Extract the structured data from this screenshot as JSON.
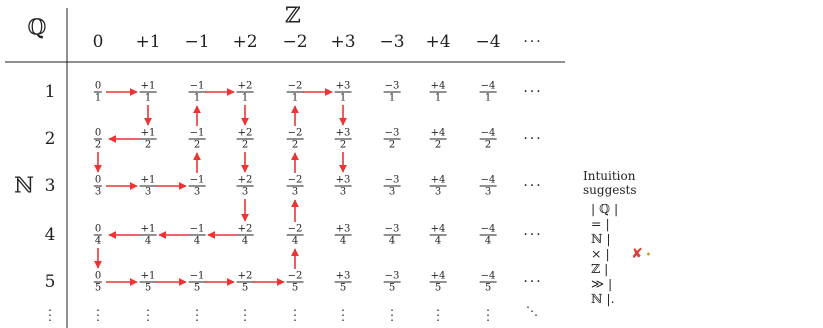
{
  "corner_symbol": "ℚ",
  "column_set_symbol": "ℤ",
  "row_set_symbol": "ℕ",
  "columns": [
    "0",
    "+1",
    "−1",
    "+2",
    "−2",
    "+3",
    "−3",
    "+4",
    "−4"
  ],
  "rows": [
    "1",
    "2",
    "3",
    "4",
    "5"
  ],
  "ellipsis_horizontal": "···",
  "ellipsis_vertical": "⋮",
  "ellipsis_diagonal": "⋱",
  "note": {
    "line1": "Intuition suggests",
    "line2": "| ℚ | = | ℕ | × | ℤ | ≫ | ℕ |.",
    "icons": [
      "cross-mark-icon",
      "sad-face-icon"
    ]
  },
  "colors": {
    "arrow": "#ee3333",
    "cross": "#e53935",
    "face": "#f2c200",
    "text": "#222222"
  },
  "path_cells": [
    [
      1,
      0
    ],
    [
      1,
      1
    ],
    [
      2,
      1
    ],
    [
      2,
      0
    ],
    [
      3,
      0
    ],
    [
      3,
      1
    ],
    [
      3,
      2
    ],
    [
      2,
      2
    ],
    [
      1,
      2
    ],
    [
      1,
      3
    ],
    [
      2,
      3
    ],
    [
      3,
      3
    ],
    [
      4,
      3
    ],
    [
      4,
      2
    ],
    [
      4,
      1
    ],
    [
      4,
      0
    ],
    [
      5,
      0
    ],
    [
      5,
      1
    ],
    [
      5,
      2
    ],
    [
      5,
      3
    ],
    [
      5,
      4
    ],
    [
      4,
      4
    ],
    [
      3,
      4
    ],
    [
      2,
      4
    ],
    [
      1,
      4
    ],
    [
      1,
      5
    ],
    [
      2,
      5
    ],
    [
      3,
      5
    ]
  ]
}
